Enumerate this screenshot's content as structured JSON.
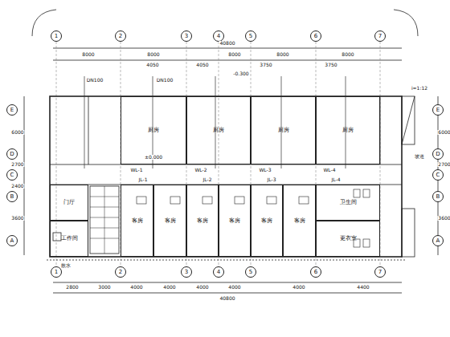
{
  "diagram": {
    "nodes": [
      {
        "text": [
          "1"
        ]
      },
      {
        "text": [
          "2"
        ]
      },
      {
        "text": [
          "3"
        ]
      },
      {
        "text": [
          "4"
        ]
      },
      {
        "text": [
          "5"
        ]
      },
      {
        "text": [
          "6"
        ]
      },
      {
        "text": [
          "7"
        ]
      },
      {
        "text": [
          "1"
        ]
      },
      {
        "text": [
          "2"
        ]
      },
      {
        "text": [
          "3"
        ]
      },
      {
        "text": [
          "4"
        ]
      },
      {
        "text": [
          "5"
        ]
      },
      {
        "text": [
          "6"
        ]
      },
      {
        "text": [
          "7"
        ]
      },
      {
        "text": [
          "E"
        ]
      },
      {
        "text": [
          "D"
        ]
      },
      {
        "text": [
          "C"
        ]
      },
      {
        "text": [
          "B"
        ]
      },
      {
        "text": [
          "A"
        ]
      },
      {
        "text": [
          "E"
        ]
      },
      {
        "text": [
          "D"
        ]
      },
      {
        "text": [
          "C"
        ]
      },
      {
        "text": [
          "B"
        ]
      },
      {
        "text": [
          "A"
        ]
      },
      {
        "text": [
          "厨房"
        ]
      },
      {
        "text": [
          "厨房"
        ]
      },
      {
        "text": [
          "厨房"
        ]
      },
      {
        "text": [
          "厨房"
        ]
      },
      {
        "text": [
          "门厅"
        ]
      },
      {
        "text": [
          "工作间"
        ]
      },
      {
        "text": [
          "客房"
        ]
      },
      {
        "text": [
          "客房"
        ]
      },
      {
        "text": [
          "客房"
        ]
      },
      {
        "text": [
          "客房"
        ]
      },
      {
        "text": [
          "客房"
        ]
      },
      {
        "text": [
          "客房"
        ]
      },
      {
        "text": [
          "卫生间"
        ]
      },
      {
        "text": [
          "更衣室"
        ]
      }
    ],
    "labels": [
      "40800",
      "8000",
      "8000",
      "8000",
      "8000",
      "8000",
      "4050",
      "4050",
      "3750",
      "3750",
      "40800",
      "2800",
      "3000",
      "4000",
      "4000",
      "4000",
      "4000",
      "4000",
      "4400",
      "6000",
      "2700",
      "2400",
      "3600",
      "6000",
      "2700",
      "3600",
      "WL-1",
      "WL-2",
      "WL-3",
      "WL-4",
      "JL-1",
      "JL-2",
      "JL-3",
      "JL-4",
      "±0.000",
      "-0.300",
      "坡道",
      "i=1:12",
      "散水",
      "DN100",
      "DN100"
    ]
  }
}
